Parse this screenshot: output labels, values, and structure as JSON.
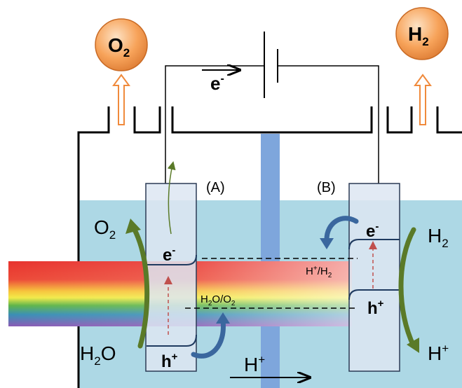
{
  "gases": {
    "left": {
      "base": "O",
      "sub": "2"
    },
    "right": {
      "base": "H",
      "sub": "2"
    }
  },
  "circuit": {
    "electron": {
      "base": "e",
      "sup": "-"
    }
  },
  "electrodes": {
    "a": {
      "label": "(A)"
    },
    "b": {
      "label": "(B)"
    }
  },
  "photoanode": {
    "conduction": {
      "base": "e",
      "sup": "-"
    },
    "valence": {
      "base": "h",
      "sup": "+"
    }
  },
  "photocathode": {
    "conduction": {
      "base": "e",
      "sup": "-"
    },
    "valence": {
      "base": "h",
      "sup": "+"
    }
  },
  "potentials": {
    "reduction": {
      "p1": "H",
      "p1sup": "+",
      "p2": "/H",
      "p2sub": "2"
    },
    "oxidation": {
      "p1": "H",
      "p1sub": "2",
      "p2": "O/O",
      "p2sub": "2"
    }
  },
  "reactions": {
    "anode_product": {
      "base": "O",
      "sub": "2"
    },
    "anode_reactant": {
      "base": "H",
      "sub": "2",
      "tail": "O"
    },
    "cathode_product": {
      "base": "H",
      "sub": "2"
    },
    "cathode_reactant": {
      "base": "H",
      "sup": "+"
    }
  },
  "membrane": {
    "ion": {
      "base": "H",
      "sup": "+"
    }
  },
  "colors": {
    "electrolyte": "#add8e5",
    "membrane": "#7ea6dc",
    "electrode_fill": "#dde6f2",
    "electrode_stroke": "#2b3a55",
    "band": "#1f3a5f",
    "gas_bubble": "#f7a35a",
    "gas_arrow": "#f08a3c",
    "green_arrow": "#5a7a28",
    "blue_arrow": "#3a679e",
    "excitation": "#c0504d"
  }
}
